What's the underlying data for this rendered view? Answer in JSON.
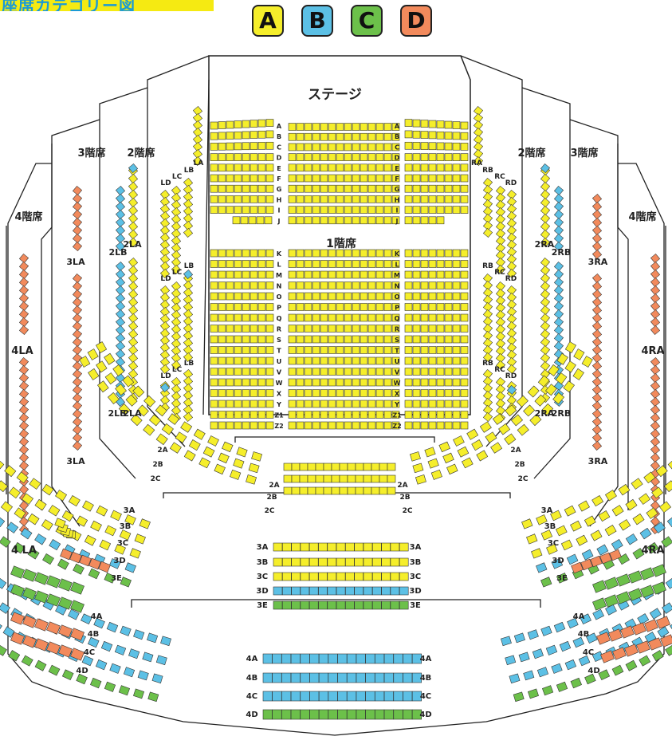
{
  "page": {
    "title": "座席カテゴリー図"
  },
  "legend": [
    {
      "key": "A",
      "color": "#f5ee2b"
    },
    {
      "key": "B",
      "color": "#5cc0e5"
    },
    {
      "key": "C",
      "color": "#6cc04a"
    },
    {
      "key": "D",
      "color": "#f28a5c"
    }
  ],
  "floor_labels": {
    "stage": "ステージ",
    "first": "1階席",
    "second_left": "2階席",
    "second_right": "2階席",
    "third_left": "3階席",
    "third_right": "3階席",
    "fourth_left": "4階席",
    "fourth_right": "4階席"
  },
  "block_labels": {
    "l_la": "LA",
    "l_lb": "LB",
    "l_lc": "LC",
    "l_ld": "LD",
    "l_lb2": "LB",
    "l_lc2": "LC",
    "l_ld2": "LD",
    "l_lb3": "LB",
    "l_lc3": "LC",
    "l_ld3": "LD",
    "r_ra": "RA",
    "r_rb": "RB",
    "r_rc": "RC",
    "r_rd": "RD",
    "r_rb2": "RB",
    "r_rc2": "RC",
    "r_rd2": "RD",
    "r_rb3": "RB",
    "r_rc3": "RC",
    "r_rd3": "RD",
    "l_2la": "2LA",
    "l_2lb": "2LB",
    "l_2la_b": "2LA",
    "l_2lb_b": "2LB",
    "r_2ra": "2RA",
    "r_2rb": "2RB",
    "r_2ra_b": "2RA",
    "r_2rb_b": "2RB",
    "l_3la": "3LA",
    "l_3la_b": "3LA",
    "r_3ra": "3RA",
    "r_3ra_b": "3RA",
    "l_4la": "4LA",
    "l_4la_b": "4 LA",
    "r_4ra": "4RA",
    "r_4ra_b": "4RA"
  },
  "first_floor_rows": [
    "A",
    "B",
    "C",
    "D",
    "E",
    "F",
    "G",
    "H",
    "I",
    "J",
    "K",
    "L",
    "M",
    "N",
    "O",
    "P",
    "Q",
    "R",
    "S",
    "T",
    "U",
    "V",
    "W",
    "X",
    "Y",
    "Z1",
    "Z2"
  ],
  "balcony_rows": [
    {
      "label": "2A",
      "cat": "A"
    },
    {
      "label": "2B",
      "cat": "A"
    },
    {
      "label": "2C",
      "cat": "A"
    },
    {
      "label": "3A",
      "cat": "A"
    },
    {
      "label": "3B",
      "cat": "A"
    },
    {
      "label": "3C",
      "cat": "A"
    },
    {
      "label": "3D",
      "cat": "B"
    },
    {
      "label": "3E",
      "cat": "C"
    },
    {
      "label": "4A",
      "cat": "B"
    },
    {
      "label": "4B",
      "cat": "B"
    },
    {
      "label": "4C",
      "cat": "B"
    },
    {
      "label": "4D",
      "cat": "C"
    }
  ]
}
